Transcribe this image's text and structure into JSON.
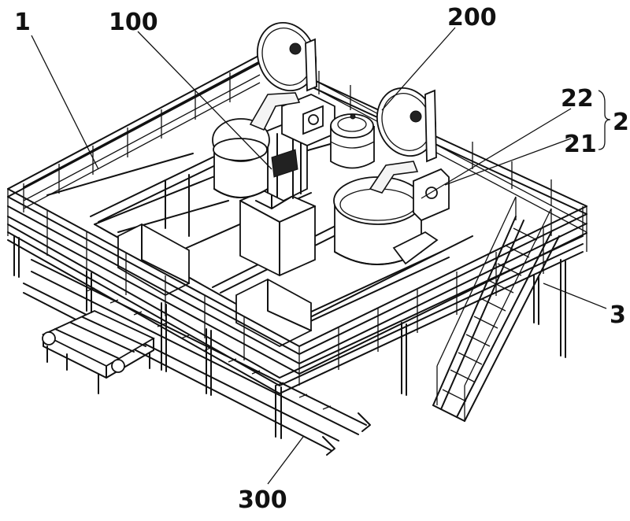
{
  "labels": {
    "l1": "1",
    "l100": "100",
    "l200": "200",
    "l22": "22",
    "l21": "21",
    "l2": "2",
    "l3": "3",
    "l300": "300"
  }
}
